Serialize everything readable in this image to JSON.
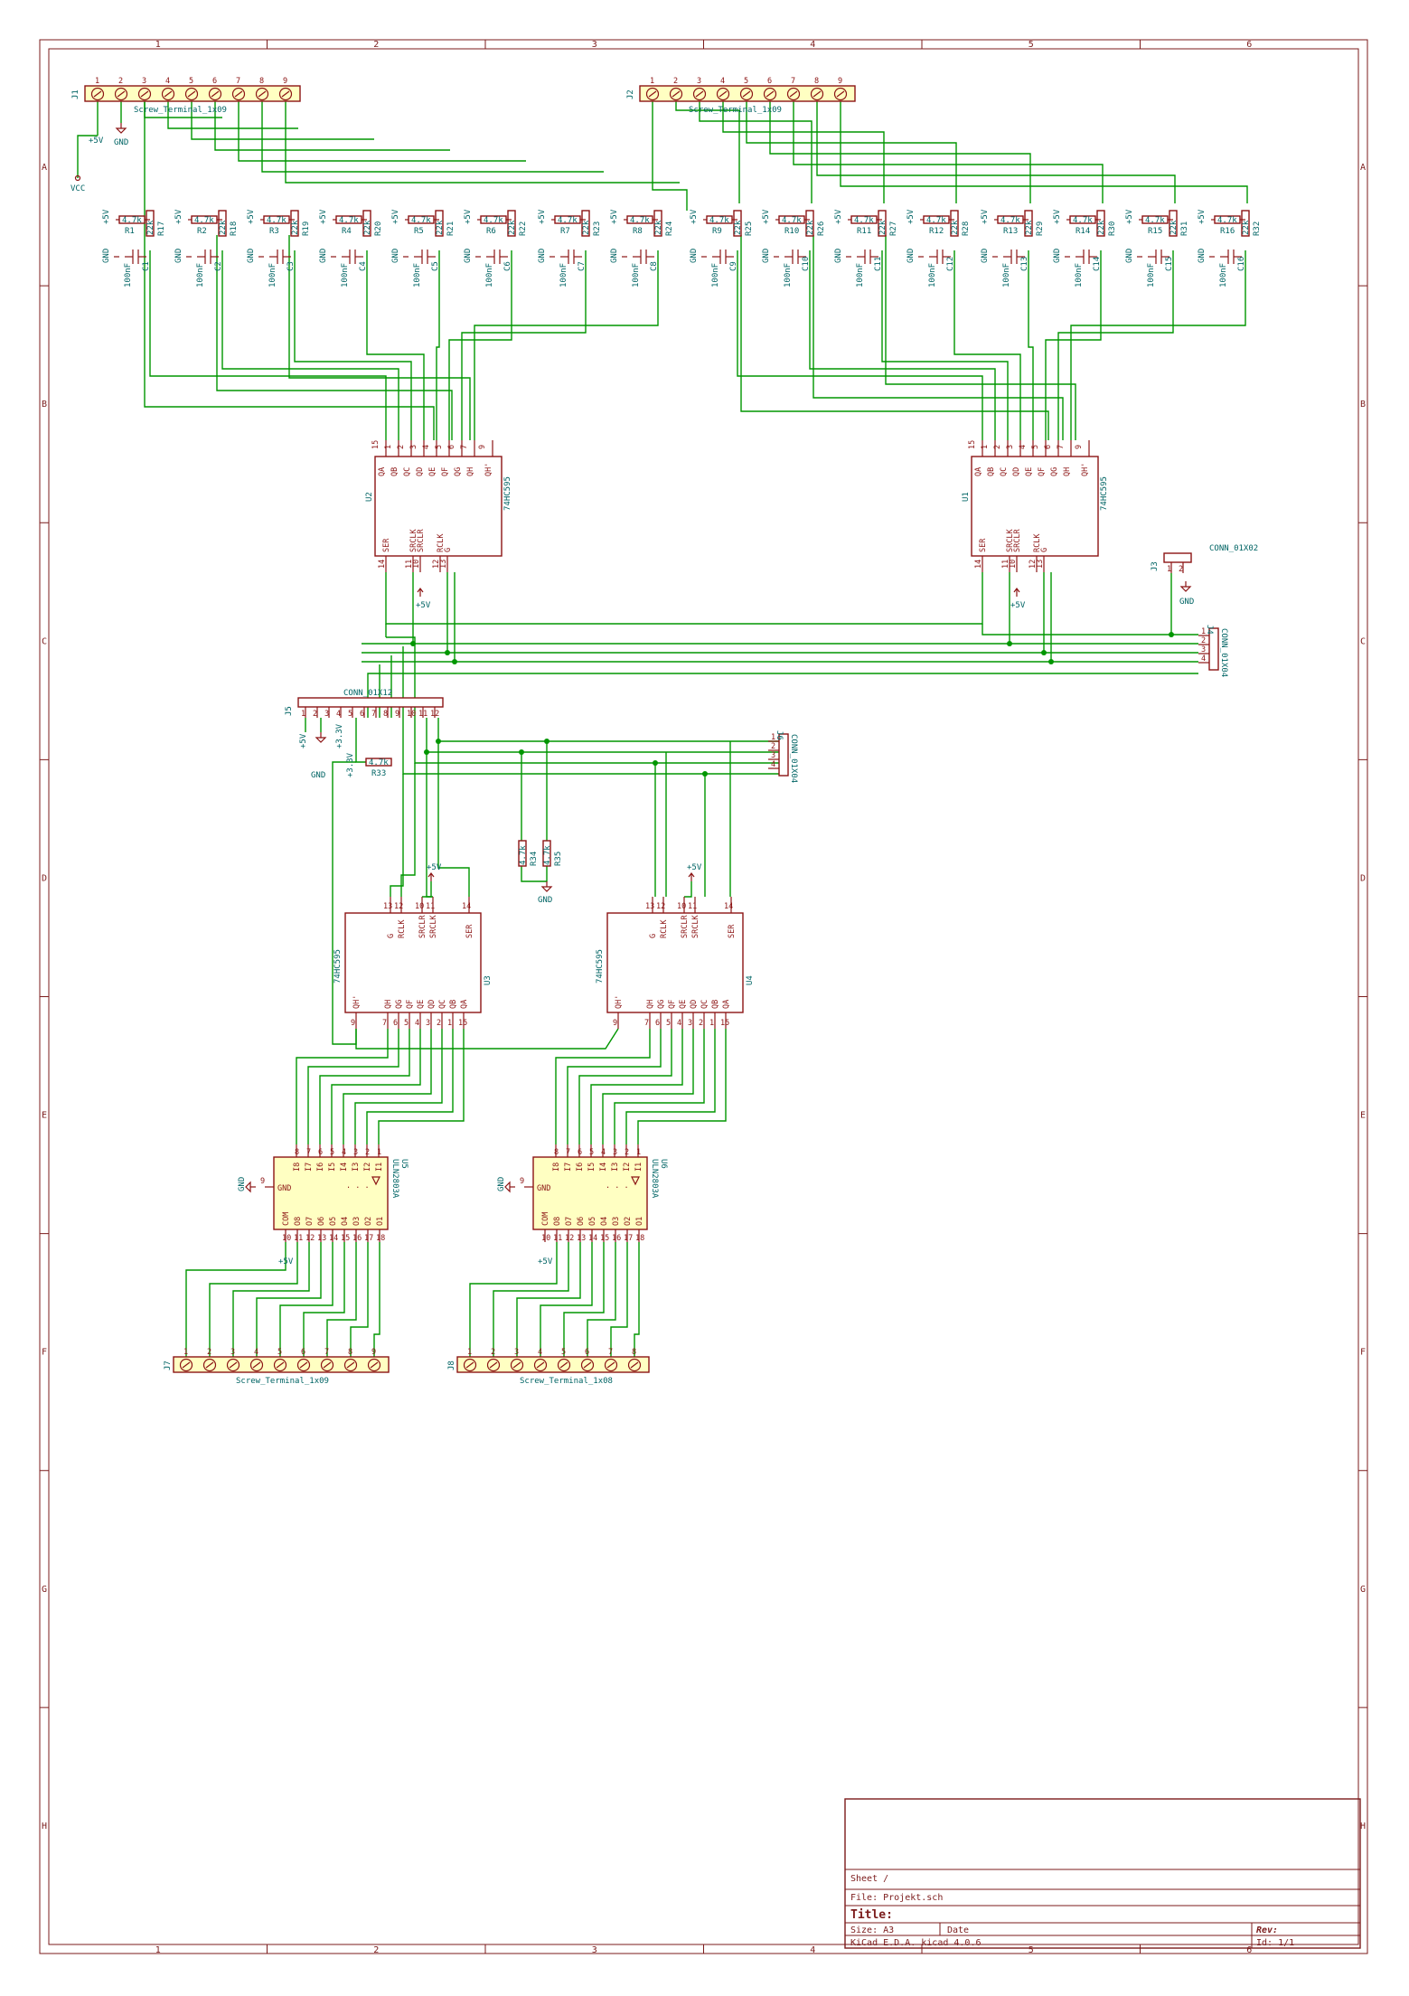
{
  "frame": {
    "cols": [
      "1",
      "2",
      "3",
      "4",
      "5",
      "6"
    ],
    "rows": [
      "A",
      "B",
      "C",
      "D",
      "E",
      "F",
      "G",
      "H"
    ]
  },
  "title_block": {
    "sheet": "Sheet  /",
    "file": "File: Projekt.sch",
    "title": "Title:",
    "size": "Size: A3",
    "date": "Date",
    "rev": "Rev:",
    "tool": "KiCad E.D.A.  kicad 4.0.6",
    "id": "Id: 1/1"
  },
  "power": {
    "vcc": "VCC",
    "gnd": "GND",
    "p5v": "+5V",
    "p33v": "+3.3V"
  },
  "components": {
    "resistor_value": "4.7k",
    "pulldown_value": "22k",
    "cap_value": "100nF",
    "ic_value": "74HC595",
    "driver_value": "ULN2803A",
    "j1": {
      "ref": "J1",
      "value": "Screw_Terminal_1x09"
    },
    "j2": {
      "ref": "J2",
      "value": "Screw_Terminal_1x09"
    },
    "j3": {
      "ref": "J3",
      "value": "CONN_01X02"
    },
    "j4": {
      "ref": "J4",
      "value": "CONN_01X04"
    },
    "j5": {
      "ref": "J5",
      "value": "CONN_01X12"
    },
    "j6": {
      "ref": "J6",
      "value": "CONN_01X04"
    },
    "j7": {
      "ref": "J7",
      "value": "Screw_Terminal_1x09"
    },
    "j8": {
      "ref": "J8",
      "value": "Screw_Terminal_1x08"
    },
    "u1": "U1",
    "u2": "U2",
    "u3": "U3",
    "u4": "U4",
    "u5": "U5",
    "u6": "U6",
    "r33": "R33",
    "r34": "R34",
    "r35": "R35"
  },
  "pins_595_top": [
    "QA",
    "QB",
    "QC",
    "QD",
    "QE",
    "QF",
    "QG",
    "QH",
    "QH'"
  ],
  "pins_595_top_num": [
    "15",
    "1",
    "2",
    "3",
    "4",
    "5",
    "6",
    "7",
    "9"
  ],
  "pins_595_bot": [
    "SER",
    "SRCLK",
    "SRCLR",
    "RCLK",
    "G"
  ],
  "pins_595_bot_num": [
    "14",
    "11",
    "10",
    "12",
    "13"
  ],
  "pins_uln_top": [
    "I8",
    "I7",
    "I6",
    "I5",
    "I4",
    "I3",
    "I2",
    "I1"
  ],
  "pins_uln_top_num": [
    "8",
    "7",
    "6",
    "5",
    "4",
    "3",
    "2",
    "1"
  ],
  "pins_uln_bot": [
    "COM",
    "O8",
    "O7",
    "O6",
    "O5",
    "O4",
    "O3",
    "O2",
    "O1"
  ],
  "pins_uln_bot_num": [
    "10",
    "11",
    "12",
    "13",
    "14",
    "15",
    "16",
    "17",
    "18"
  ]
}
